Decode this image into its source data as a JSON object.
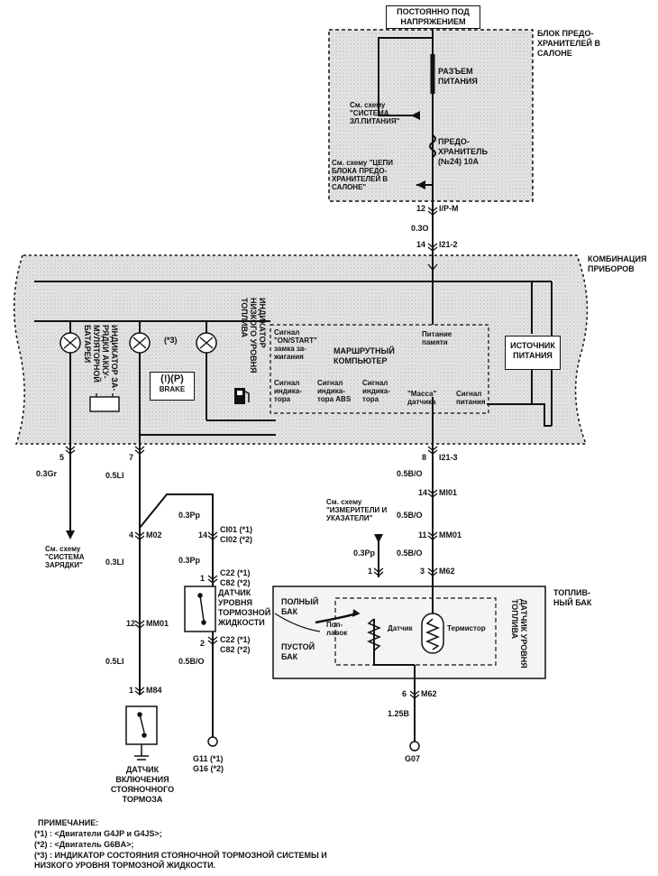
{
  "top_label": "ПОСТОЯННО ПОД НАПРЯЖЕНИЕМ",
  "fuse_block": {
    "title": "БЛОК ПРЕДО- ХРАНИТЕЛЕЙ В САЛОНЕ",
    "connector": "РАЗЪЕМ ПИТАНИЯ",
    "ref_power": "См. схему \"СИСТЕМА ЗЛ.ПИТАНИЯ\"",
    "fuse": "ПРЕДО- ХРАНИТЕЛЬ (№24) 10А",
    "ref_fuse_circuit": "См. схему \"ЦЕПИ БЛОКА ПРЕДО- ХРАНИТЕЛЕЙ В САЛОНЕ\""
  },
  "wire_top": {
    "pin1": "12",
    "conn1": "I/P-M",
    "color": "0.3O",
    "pin2": "14",
    "conn2": "I21-2"
  },
  "cluster": {
    "title": "КОМБИНАЦИЯ ПРИБОРОВ",
    "charge_indicator": "ИНДИКАТОР ЗА- РЯДКИ АККУ- МУЛЯТОРНОЙ БАТАРЕИ",
    "fuel_indicator": "ИНДИКАТОР НИЗКОГО УРОВНЯ ТОПЛИВА",
    "note_mark": "(*3)",
    "brake_symbol": "(!)(P)",
    "brake_text": "BRAKE",
    "computer": "МАРШРУТНЫЙ КОМПЬЮТЕР",
    "sig_on_start": "Сигнал \"ON/START\" замка за- жигания",
    "memory_power": "Питание памяти",
    "sig_ind1": "Сигнал индика- тора",
    "sig_ind_abs": "Сигнал индика- тора ABS",
    "sig_ind2": "Сигнал индика- тора",
    "ground": "\"Масса\" датчика",
    "sig_power": "Сигнал питания",
    "power_source": "ИСТОЧНИК ПИТАНИЯ"
  },
  "left_branch": {
    "pin5": "5",
    "color5": "0.3Gr",
    "ref_charging": "См. схему \"СИСТЕМА ЗАРЯДКИ\"",
    "pin7": "7",
    "color7": "0.5LI",
    "pin4": "4",
    "conn_m02": "M02",
    "color_m02": "0.3LI",
    "pin12": "12",
    "conn_mm01": "MM01",
    "color_mm01": "0.5LI",
    "pin1": "1",
    "conn_m84": "M84",
    "parking_sensor": "ДАТЧИК ВКЛЮЧЕНИЯ СТОЯНОЧНОГО ТОРМОЗА"
  },
  "brake_branch": {
    "color_top": "0.3Pp",
    "pin14": "14",
    "conn_ci01": "CI01 (*1)",
    "conn_ci02": "CI02 (*2)",
    "color_mid": "0.3Pp",
    "pin1": "1",
    "conn_c22a": "C22 (*1)",
    "conn_c82a": "C82 (*2)",
    "fluid_sensor": "ДАТЧИК УРОВНЯ ТОРМОЗНОЙ ЖИДКОСТИ",
    "pin2": "2",
    "conn_c22b": "C22 (*1)",
    "conn_c82b": "C82 (*2)",
    "color_bottom": "0.5B/O",
    "ground_a": "G11 (*1)",
    "ground_b": "G16 (*2)"
  },
  "right_branch": {
    "pin8": "8",
    "conn_i21_3": "I21-3",
    "color1": "0.5B/O",
    "pin14": "14",
    "conn_mi01a": "MI01",
    "color2": "0.5B/O",
    "ref_gauges": "См. схему \"ИЗМЕРИТЕЛИ И УКАЗАТЕЛИ\"",
    "pin11": "11",
    "conn_mm01": "MM01",
    "color_pp": "0.3Pp",
    "color3": "0.5B/O",
    "pin1": "1",
    "pin3": "3",
    "conn_m62": "M62",
    "tank": "ТОПЛИВ- НЫЙ БАК",
    "fuel_sensor": "ДАТЧИК УРОВНЯ ТОПЛИВА",
    "full": "ПОЛНЫЙ БАК",
    "empty": "ПУСТОЙ БАК",
    "float": "Поп- лавок",
    "sensor": "Датчик",
    "thermistor": "Термистор",
    "pin6": "6",
    "conn_m62b": "M62",
    "color4": "1.25B",
    "ground": "G07"
  },
  "notes": {
    "title": "ПРИМЕЧАНИЕ:",
    "n1": "(*1) : <Двигатели G4JP и G4JS>;",
    "n2": "(*2) : <Двигатель G6BA>;",
    "n3": "(*3) : ИНДИКАТОР СОСТОЯНИЯ СТОЯНОЧНОЙ ТОРМОЗНОЙ СИСТЕМЫ И НИЗКОГО УРОВНЯ ТОРМОЗНОЙ ЖИДКОСТИ."
  }
}
